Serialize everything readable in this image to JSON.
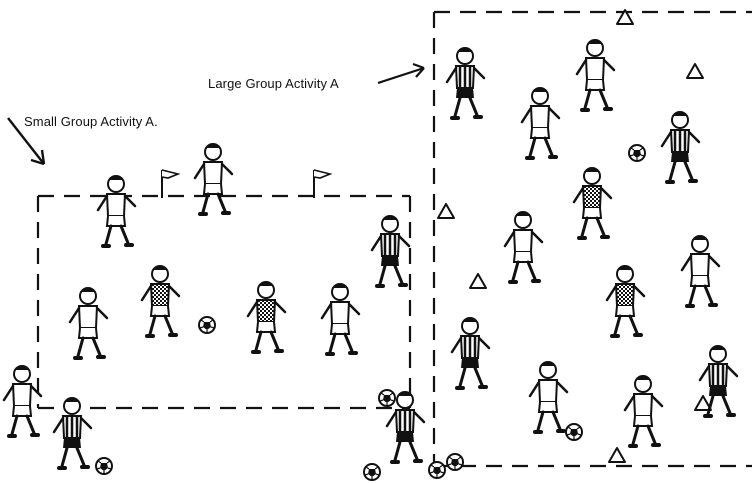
{
  "labels": {
    "large_group": "Large Group Activity A",
    "small_group": "Small Group Activity A."
  },
  "colors": {
    "ink": "#111111",
    "background": "#ffffff"
  },
  "icons": {
    "cone": "triangle-cone-icon",
    "flag": "corner-flag-icon",
    "ball": "soccer-ball-icon",
    "player": "child-player-figure"
  }
}
